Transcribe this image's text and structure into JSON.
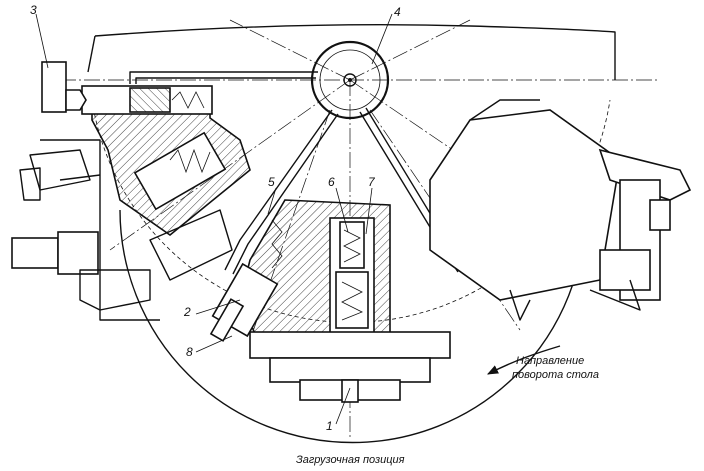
{
  "labels": {
    "n1": "1",
    "n2": "2",
    "n3": "3",
    "n4": "4",
    "n5": "5",
    "n6": "6",
    "n7": "7",
    "n8": "8"
  },
  "direction_line1": "Направление",
  "direction_line2": "поворота стола",
  "caption": "Загрузочная позиция",
  "colors": {
    "ink": "#111111",
    "paper": "#ffffff"
  }
}
